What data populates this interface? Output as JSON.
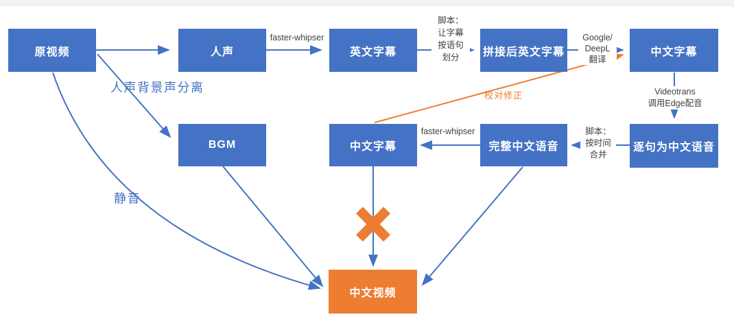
{
  "colors": {
    "node_blue": "#4472C4",
    "node_orange": "#ED7D31",
    "arrow_blue": "#4472C4",
    "arrow_orange": "#ED7D31",
    "edge_label_dark": "#3f3f3f",
    "edge_label_blue": "#4472C4",
    "edge_label_orange": "#ED7D31",
    "background": "#FFFFFF",
    "top_strip": "#F2F2F2"
  },
  "nodes": {
    "original_video": {
      "label": "原视频"
    },
    "voice": {
      "label": "人声"
    },
    "english_subtitles": {
      "label": "英文字幕"
    },
    "merged_english_subtitles": {
      "label": "拼接后英文字幕"
    },
    "chinese_subtitles_top": {
      "label": "中文字幕"
    },
    "bgm": {
      "label": "BGM"
    },
    "chinese_subtitles_mid": {
      "label": "中文字幕"
    },
    "full_chinese_audio": {
      "label": "完整中文语音"
    },
    "per_sentence_chinese_audio": {
      "label": "逐句为中文语音"
    },
    "chinese_video": {
      "label": "中文视频"
    }
  },
  "edge_labels": {
    "faster_whipser_top": "faster-whipser",
    "faster_whipser_mid": "faster-whipser",
    "split_script": {
      "line1": "脚本：",
      "line2": "让字幕",
      "line3": "按语句",
      "line4": "划分"
    },
    "translate": {
      "line1": "Google/",
      "line2": "DeepL",
      "line3": "翻译"
    },
    "videotrans": {
      "line1": "Videotrans",
      "line2": "调用Edge配音"
    },
    "merge_script": {
      "line1": "脚本：",
      "line2": "按时间",
      "line3": "合并"
    },
    "proofread": "校对修正",
    "voice_bgm_separation": "人声背景声分离",
    "mute": "静音"
  }
}
